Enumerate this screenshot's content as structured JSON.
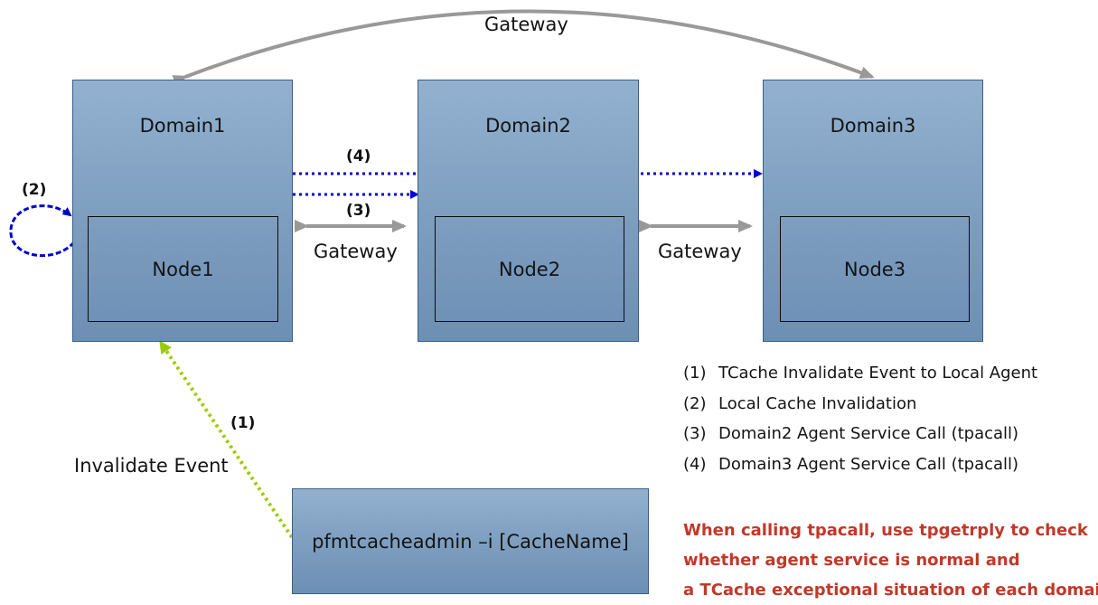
{
  "gateways": {
    "top": "Gateway",
    "left_middle": "Gateway",
    "right_middle": "Gateway"
  },
  "domains": [
    {
      "title": "Domain1",
      "node": "Node1"
    },
    {
      "title": "Domain2",
      "node": "Node2"
    },
    {
      "title": "Domain3",
      "node": "Node3"
    }
  ],
  "steps": {
    "s1": "(1)",
    "s2": "(2)",
    "s3": "(3)",
    "s4": "(4)"
  },
  "invalidate_event_label": "Invalidate Event",
  "command_box": "pfmtcacheadmin –i [CacheName]",
  "legend": [
    {
      "num": "(1)",
      "text": "TCache Invalidate Event to Local Agent"
    },
    {
      "num": "(2)",
      "text": "Local Cache Invalidation"
    },
    {
      "num": "(3)",
      "text": "Domain2 Agent Service Call (tpacall)"
    },
    {
      "num": "(4)",
      "text": "Domain3 Agent Service Call (tpacall)"
    }
  ],
  "note": [
    "When calling tpacall, use tpgetrply to check",
    "whether agent service is normal and",
    "a TCache exceptional situation of each domain."
  ],
  "colors": {
    "box_fill": "#8aa9c9",
    "gateway_arrow": "#999999",
    "service_call_arrow": "#0000cc",
    "event_arrow": "#99cc00",
    "note_text": "#c0392b"
  }
}
